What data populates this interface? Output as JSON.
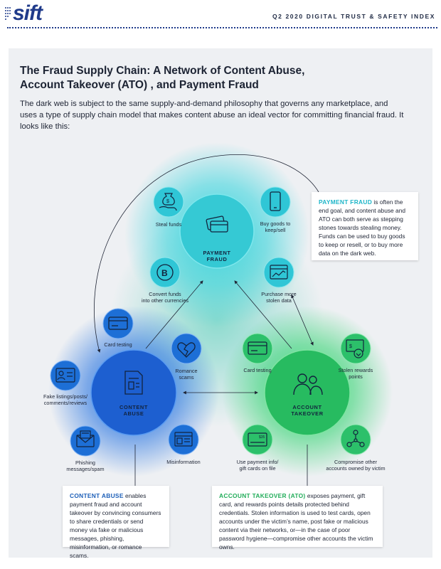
{
  "header": {
    "logo_text": "sift",
    "index_title": "Q2 2020 DIGITAL TRUST & SAFETY INDEX"
  },
  "title_line1": "The Fraud Supply Chain: A Network of Content Abuse,",
  "title_line2": "Account Takeover (ATO) , and Payment Fraud",
  "intro": "The dark web is subject to the same supply-and-demand philosophy that governs any marketplace, and uses a type of supply chain model that makes content abuse an ideal vector for committing financial fraud. It looks like this:",
  "colors": {
    "payment": "#2fc6d6",
    "content": "#1d6fd6",
    "ato": "#2cc06a",
    "hub_blue": "#1a54c8",
    "hub_green": "#27b95e"
  },
  "hubs": {
    "payment": {
      "line1": "PAYMENT",
      "line2": "FRAUD",
      "icon": "credit-cards-icon"
    },
    "content": {
      "line1": "CONTENT",
      "line2": "ABUSE",
      "icon": "document-icon"
    },
    "ato": {
      "line1": "ACCOUNT",
      "line2": "TAKEOVER",
      "icon": "users-icon"
    }
  },
  "payment_nodes": {
    "steal": {
      "line1": "Steal funds",
      "line2": "",
      "icon": "money-bag-hand-icon"
    },
    "buy": {
      "line1": "Buy goods to",
      "line2": "keep/sell",
      "icon": "smartphone-icon"
    },
    "convert": {
      "line1": "Convert funds",
      "line2": "into other currencies",
      "icon": "bitcoin-icon"
    },
    "purchase": {
      "line1": "Purchase more",
      "line2": "stolen data",
      "icon": "browser-chart-icon"
    }
  },
  "content_nodes": {
    "card": {
      "line1": "Card testing",
      "line2": "",
      "icon": "credit-card-icon"
    },
    "romance": {
      "line1": "Romance",
      "line2": "scams",
      "icon": "broken-heart-icon"
    },
    "listings": {
      "line1": "Fake listings/posts/",
      "line2": "comments/reviews",
      "icon": "id-card-icon"
    },
    "phishing": {
      "line1": "Phishing",
      "line2": "messages/spam",
      "icon": "envelope-icon"
    },
    "misinfo": {
      "line1": "Misinformation",
      "line2": "",
      "icon": "newspaper-icon"
    }
  },
  "ato_nodes": {
    "card": {
      "line1": "Card testing",
      "line2": "",
      "icon": "credit-card-icon"
    },
    "rewards": {
      "line1": "Stolen rewards",
      "line2": "points",
      "icon": "reward-bill-icon"
    },
    "payinfo": {
      "line1": "Use payment info/",
      "line2": "gift cards on file",
      "icon": "gift-card-icon"
    },
    "compromise": {
      "line1": "Compromise other",
      "line2": "accounts owned by victim",
      "icon": "network-icon"
    }
  },
  "callouts": {
    "payment": {
      "label": "PAYMENT FRAUD",
      "text": " is often the end goal, and content abuse and ATO can both serve as stepping stones towards stealing money. Funds can be used to buy goods to keep or resell, or to buy more data on the dark web."
    },
    "content": {
      "label": "CONTENT ABUSE",
      "text": " enables payment fraud and account takeover by convincing consumers to share credentials or send money via fake or malicious messages, phishing, misinformation, or romance scams."
    },
    "ato": {
      "label": "ACCOUNT TAKEOVER (ATO)",
      "text": " exposes payment, gift card, and rewards points details protected behind credentials. Stolen information is used to test cards, open accounts under the victim’s name, post fake or malicious content via their networks, or—in the case of poor password hygiene—compromise other accounts the victim owns."
    }
  }
}
